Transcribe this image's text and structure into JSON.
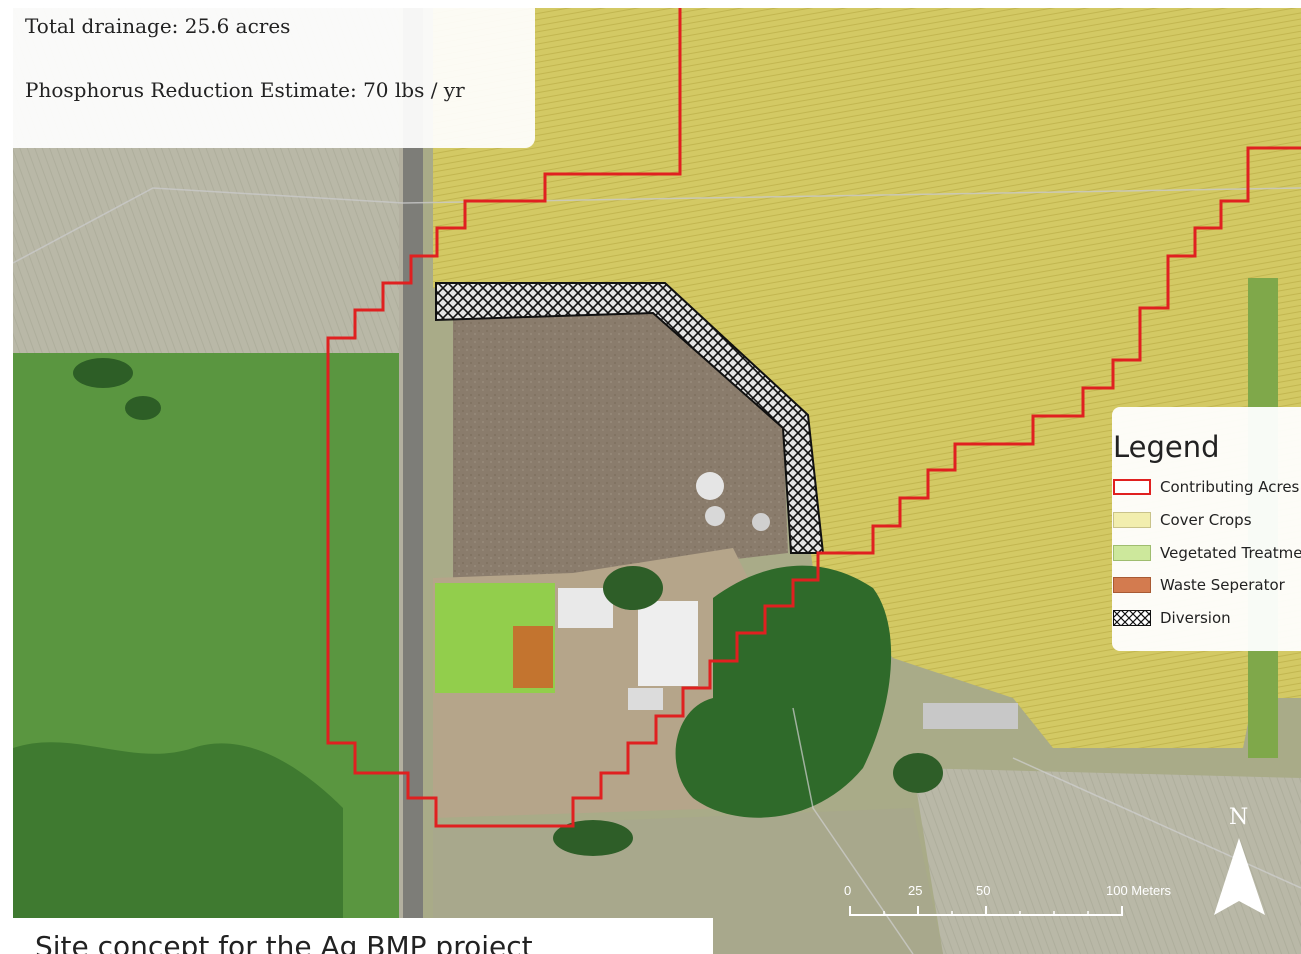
{
  "info": {
    "drainage": "Total drainage: 25.6 acres",
    "phosphorus": "Phosphorus Reduction Estimate: 70 lbs / yr"
  },
  "legend": {
    "title": "Legend",
    "items": [
      {
        "label": "Contributing Acres",
        "swatch": "outline",
        "color": "#e02020"
      },
      {
        "label": "Cover Crops",
        "swatch": "fill",
        "color": "#f2eeae"
      },
      {
        "label": "Vegetated Treatment",
        "swatch": "fill",
        "color": "#cde89c"
      },
      {
        "label": "Waste Seperator",
        "swatch": "fill",
        "color": "#d37b4f"
      },
      {
        "label": "Diversion",
        "swatch": "hatch",
        "color": "#111111"
      }
    ]
  },
  "scale_bar": {
    "ticks": [
      "0",
      "25",
      "50",
      "100 Meters"
    ]
  },
  "north_arrow": {
    "label": "N",
    "icon": "north-arrow-icon"
  },
  "caption": "Site concept for the Ag BMP project",
  "colors": {
    "boundary": "#e02020",
    "cover_crops": "#d8ce63",
    "vegetated": "#8fd147",
    "waste": "#c96a2c",
    "grass": "#4f8f3a",
    "bare": "#8c7e6e"
  }
}
